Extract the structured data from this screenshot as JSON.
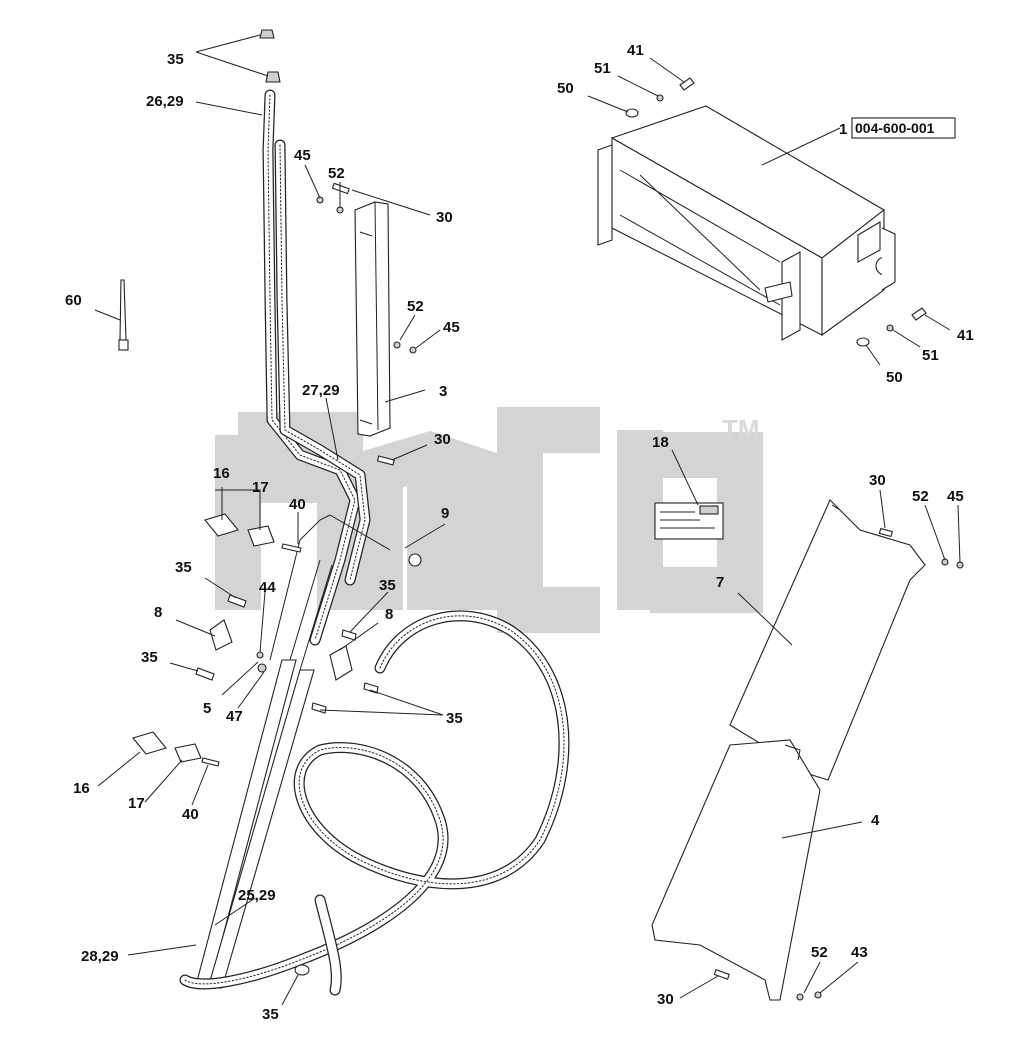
{
  "diagram": {
    "watermark": {
      "text": "amcp",
      "trademark": "TM"
    },
    "reference_box": {
      "text": "004-600-001"
    },
    "callouts": [
      {
        "id": "c35a",
        "text": "35"
      },
      {
        "id": "c2629",
        "text": "26,29"
      },
      {
        "id": "c45a",
        "text": "45"
      },
      {
        "id": "c52a",
        "text": "52"
      },
      {
        "id": "c30a",
        "text": "30"
      },
      {
        "id": "c60",
        "text": "60"
      },
      {
        "id": "c52b",
        "text": "52"
      },
      {
        "id": "c45b",
        "text": "45"
      },
      {
        "id": "c2729",
        "text": "27,29"
      },
      {
        "id": "c3",
        "text": "3"
      },
      {
        "id": "c30b",
        "text": "30"
      },
      {
        "id": "c16a",
        "text": "16"
      },
      {
        "id": "c17a",
        "text": "17"
      },
      {
        "id": "c40a",
        "text": "40"
      },
      {
        "id": "c9",
        "text": "9"
      },
      {
        "id": "c35b",
        "text": "35"
      },
      {
        "id": "c44",
        "text": "44"
      },
      {
        "id": "c35c",
        "text": "35"
      },
      {
        "id": "c8a",
        "text": "8"
      },
      {
        "id": "c8b",
        "text": "8"
      },
      {
        "id": "c35d",
        "text": "35"
      },
      {
        "id": "c5",
        "text": "5"
      },
      {
        "id": "c47",
        "text": "47"
      },
      {
        "id": "c35e",
        "text": "35"
      },
      {
        "id": "c16b",
        "text": "16"
      },
      {
        "id": "c17b",
        "text": "17"
      },
      {
        "id": "c40b",
        "text": "40"
      },
      {
        "id": "c2529",
        "text": "25,29"
      },
      {
        "id": "c2829",
        "text": "28,29"
      },
      {
        "id": "c35f",
        "text": "35"
      },
      {
        "id": "c41a",
        "text": "41"
      },
      {
        "id": "c51a",
        "text": "51"
      },
      {
        "id": "c50a",
        "text": "50"
      },
      {
        "id": "c1",
        "text": "1"
      },
      {
        "id": "c41b",
        "text": "41"
      },
      {
        "id": "c51b",
        "text": "51"
      },
      {
        "id": "c50b",
        "text": "50"
      },
      {
        "id": "c18",
        "text": "18"
      },
      {
        "id": "c30c",
        "text": "30"
      },
      {
        "id": "c52c",
        "text": "52"
      },
      {
        "id": "c45c",
        "text": "45"
      },
      {
        "id": "c7",
        "text": "7"
      },
      {
        "id": "c4",
        "text": "4"
      },
      {
        "id": "c30d",
        "text": "30"
      },
      {
        "id": "c52d",
        "text": "52"
      },
      {
        "id": "c43",
        "text": "43"
      }
    ],
    "colors": {
      "line": "#222222",
      "watermark": "#d4d4d4",
      "background": "#ffffff"
    }
  }
}
